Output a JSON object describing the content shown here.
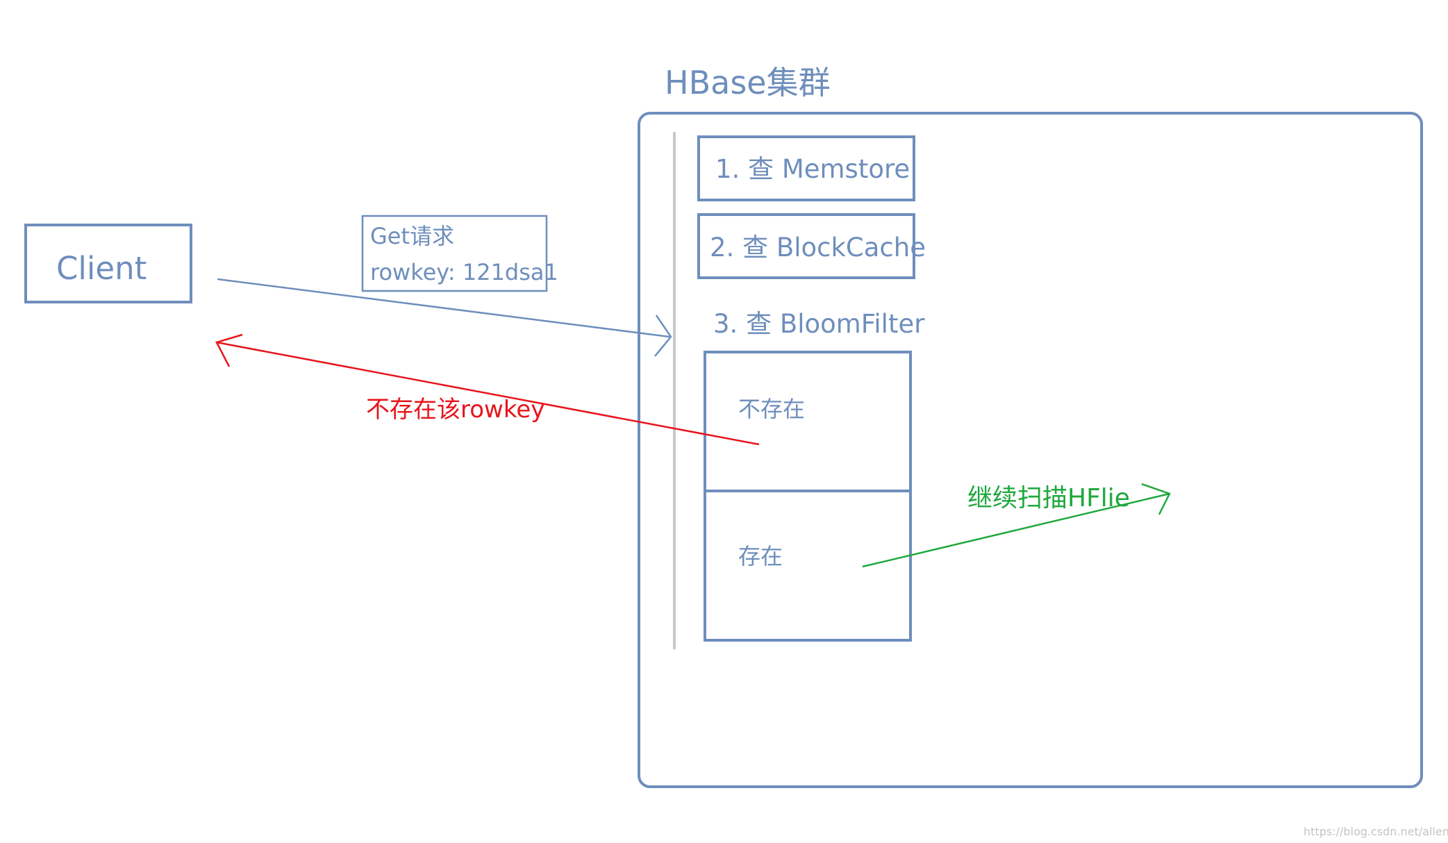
{
  "cluster_title": "HBase集群",
  "client_label": "Client",
  "request_box": {
    "line1": "Get请求",
    "line2": "rowkey: 121dsa1"
  },
  "steps": {
    "memstore": "1. 查 Memstore",
    "blockcache": "2. 查 BlockCache",
    "bloomfilter": "3. 查 BloomFilter"
  },
  "bloom_results": {
    "absent": "不存在",
    "present": "存在"
  },
  "response_labels": {
    "not_found": "不存在该rowkey",
    "continue_scan": "继续扫描HFlie"
  },
  "watermark": "https://blog.csdn.net/allenssss",
  "colors": {
    "box_blue": "#6e8ebc",
    "text_blue": "#6e8ebc",
    "arrow_red": "#e8141c",
    "arrow_green": "#1ea83c",
    "divider_gray": "#c8c8c8"
  }
}
